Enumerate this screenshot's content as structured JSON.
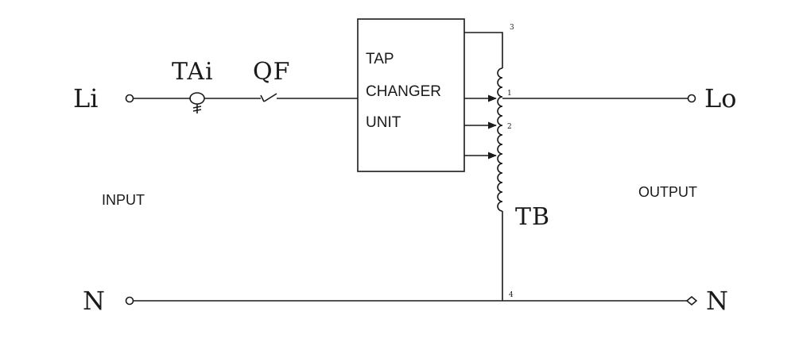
{
  "terminals": {
    "input_live": "Li",
    "output_live": "Lo",
    "input_neutral": "N",
    "output_neutral": "N"
  },
  "components": {
    "current_transformer": "TAi",
    "breaker": "QF",
    "transformer": "TB"
  },
  "tap_changer": {
    "line1": "TAP",
    "line2": "CHANGER",
    "line3": "UNIT"
  },
  "sides": {
    "input": "INPUT",
    "output": "OUTPUT"
  },
  "taps": {
    "t1": "1",
    "t2": "2",
    "t3": "3",
    "t4": "4"
  }
}
